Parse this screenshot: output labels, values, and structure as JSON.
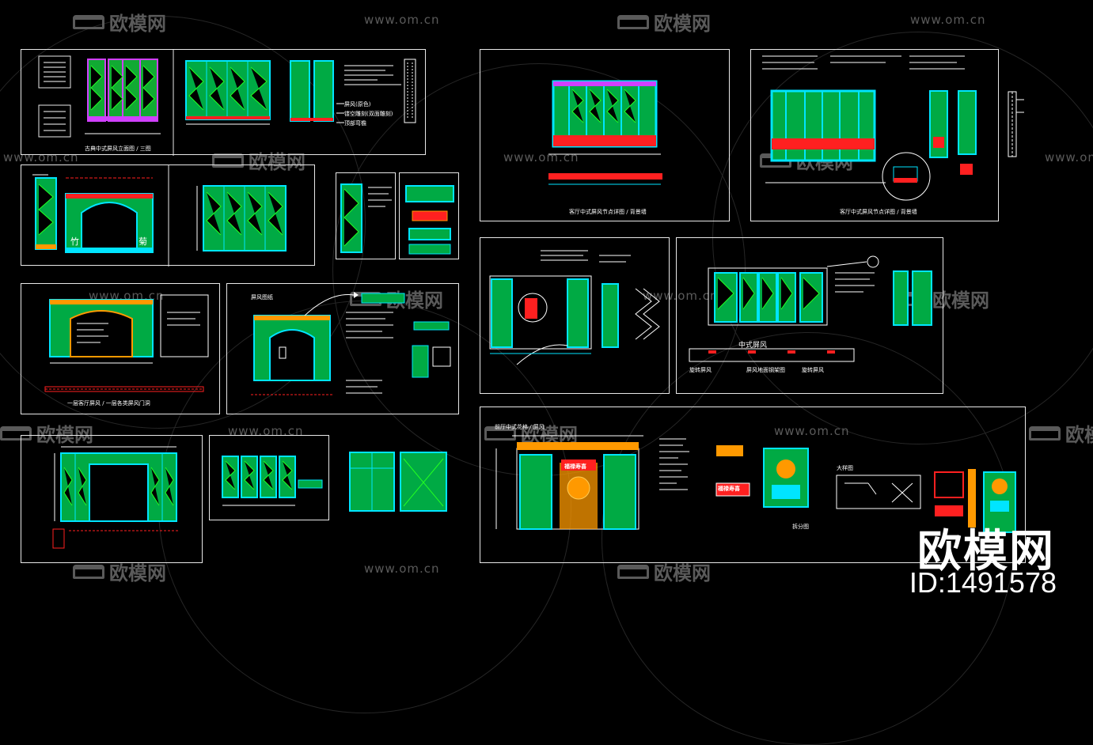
{
  "watermark": {
    "brand": "欧模网",
    "url": "www.om.cn",
    "id_text": "ID:1491578"
  },
  "sheets": {
    "s1": {
      "title": "古典中式屏风立面图 / 三图",
      "notes": [
        "屏风(原色)",
        "镂空雕刻(双面雕刻)",
        "顶部弯檐"
      ]
    },
    "s2": {
      "labels": [
        "竹",
        "菊"
      ]
    },
    "s3": {
      "caption": "一层客厅屏风 / 一层各类屏风门洞"
    },
    "s4": {
      "title": "屏风图纸"
    },
    "s5": {
      "caption": "客厅中式屏风节点详图 / 背景墙"
    },
    "s6": {
      "caption": "客厅中式屏风节点详图 / 背景墙"
    },
    "s7": {
      "label": "中式屏风",
      "sublabels": [
        "旋转屏风",
        "屏风地面钢架图",
        "旋转屏风"
      ]
    },
    "s8": {
      "title": "前厅中式花格 / 屏风",
      "sign": "福禄寿喜",
      "detail": "大样图",
      "detail2": "拆分图"
    }
  },
  "colors": {
    "cad_green": "#22ff22",
    "cad_cyan": "#00e5ff",
    "cad_red": "#ff2020",
    "cad_magenta": "#d040ff",
    "cad_orange": "#ff9900",
    "cad_white": "#e8e8e8"
  }
}
